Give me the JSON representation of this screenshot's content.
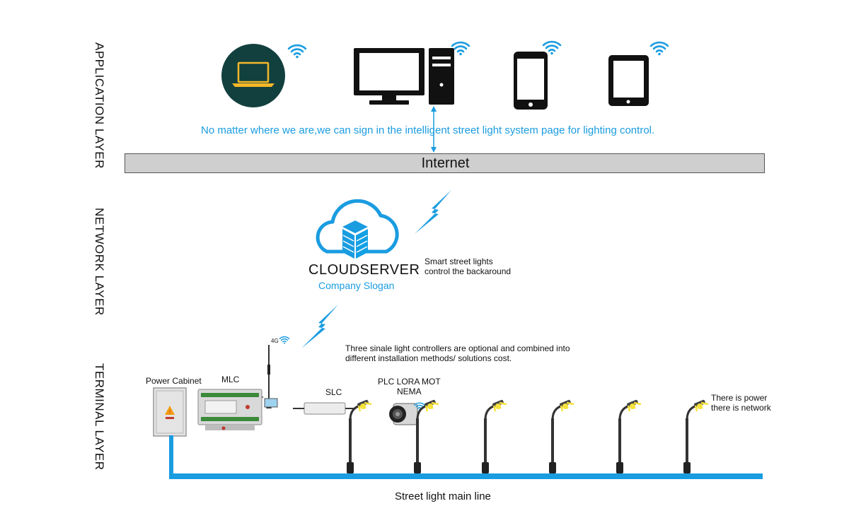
{
  "layers": {
    "application": "APPLICATION LAYER",
    "network": "NETWORK LAYER",
    "terminal": "TERMINAL LAYER"
  },
  "application": {
    "tagline": "No matter where we are,we can sign in the intelligent street light system page for lighting control.",
    "devices": [
      "laptop-icon",
      "monitor-icon",
      "tower-pc-icon",
      "smartphone-icon",
      "tablet-icon"
    ]
  },
  "internet": {
    "label": "Internet"
  },
  "network": {
    "cloud_title": "CLOUDSERVER",
    "cloud_slogan": "Company Slogan",
    "backend_note_line1": "Smart street lights",
    "backend_note_line2": "control the backaround"
  },
  "terminal": {
    "controllers_note_line1": "Three sinale light controllers are optional and combined into",
    "controllers_note_line2": "different installation methods/ solutions cost.",
    "signal_label": "4G",
    "power_cabinet": "Power Cabinet",
    "mlc": "MLC",
    "slc": "SLC",
    "plc_line1": "PLC LORA MOT",
    "plc_line2": "NEMA",
    "power_note_line1": "There is power",
    "power_note_line2": "there is network",
    "main_line": "Street light main line"
  },
  "colors": {
    "accent_blue": "#1a9ce0",
    "dark_teal": "#12403f",
    "device_black": "#111111",
    "internet_gray": "#cfcfcf",
    "lamp_yellow": "#f7e23b"
  }
}
